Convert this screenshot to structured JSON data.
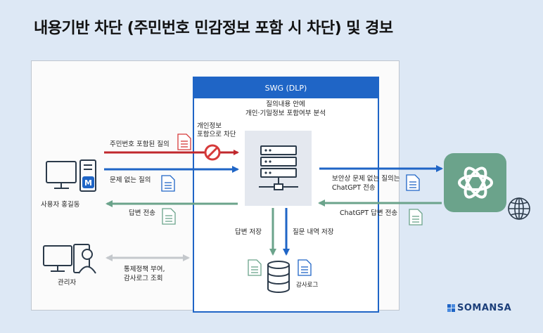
{
  "title": "내용기반 차단 (주민번호 민감정보 포함 시 차단) 및 경보",
  "swg": {
    "header": "SWG (DLP)",
    "desc_line1": "질의내용 안에",
    "desc_line2": "개인·기밀정보 포함여부 분석"
  },
  "flows": {
    "pii_query": "주민번호 포함된 질의",
    "block_note_line1": "개인정보",
    "block_note_line2": "포함으로 차단",
    "clean_query": "문제 없는 질의",
    "answer_return": "답변 전송",
    "to_chatgpt_line1": "보안상 문제 없는 질의는",
    "to_chatgpt_line2": "ChatGPT 전송",
    "from_chatgpt": "ChatGPT 답변 전송",
    "answer_store": "답변 저장",
    "query_store": "질문 내역 저장",
    "admin_line1": "통제정책 부여,",
    "admin_line2": "감사로그 조회"
  },
  "actors": {
    "user": "사용자 홍길동",
    "admin": "관리자",
    "log_db": "감사로그"
  },
  "brand": "SOMANSA",
  "colors": {
    "red": "#c0282d",
    "blue": "#1f65c6",
    "green": "#6ba38b",
    "gray": "#c4c8cc"
  }
}
